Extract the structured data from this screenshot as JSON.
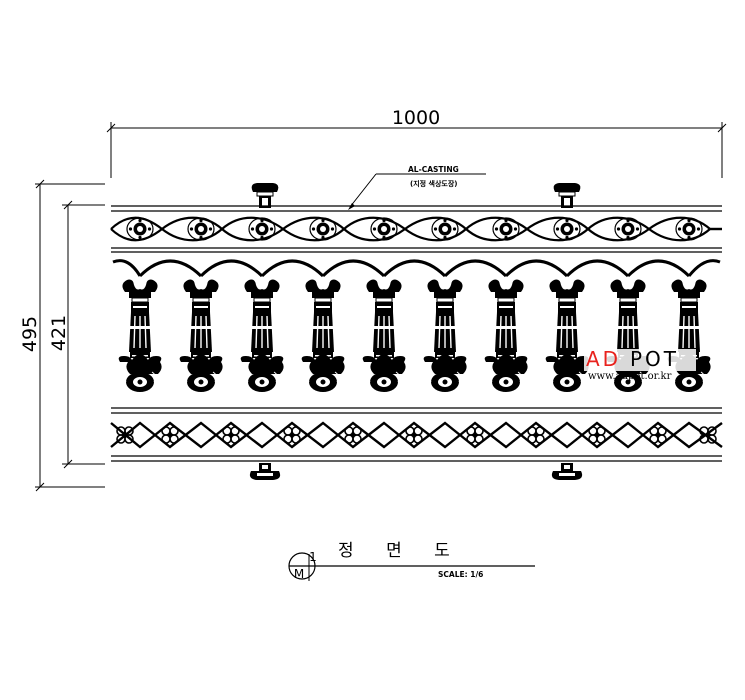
{
  "dimensions": {
    "width": "1000",
    "total_height": "495",
    "rail_height": "421"
  },
  "annotation": {
    "material": "AL-CASTING",
    "note": "(지정 색상도장)"
  },
  "title_block": {
    "number": "1",
    "letter": "M",
    "title": "정      면      도",
    "scale": "SCALE: 1/6"
  },
  "watermark": {
    "brand_left": "AD",
    "brand_right": "POT",
    "url": "www.adpot.or.kr",
    "brand_color": "#e8231e"
  },
  "line_color": "#000000"
}
